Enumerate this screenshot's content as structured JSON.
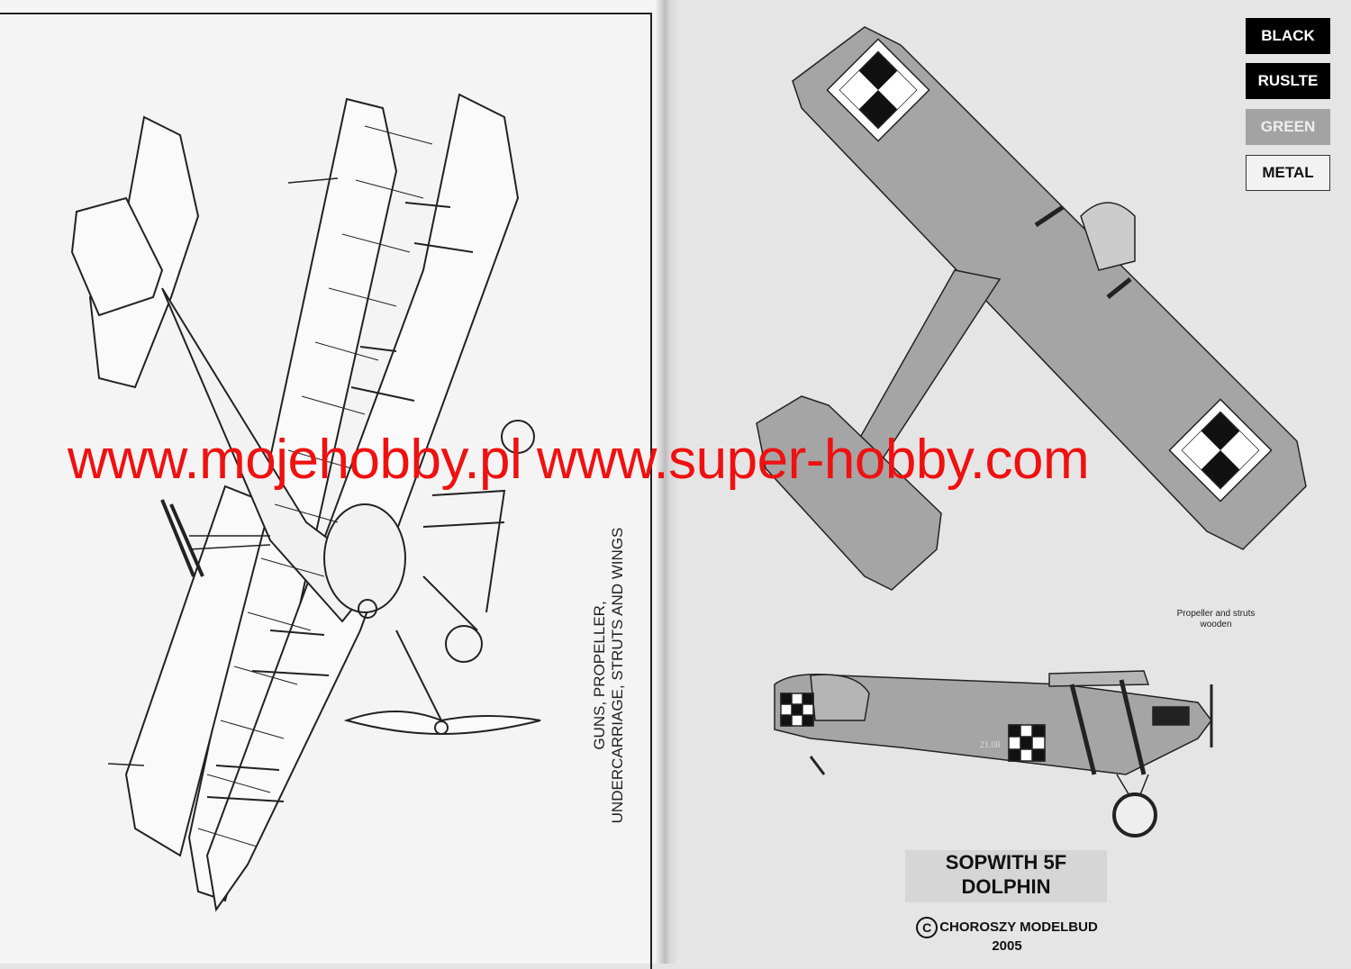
{
  "left_page": {
    "caption_line1": "GUNS, PROPELLER,",
    "caption_line2": "UNDERCARRIAGE, STRUTS AND WINGS"
  },
  "right_page": {
    "legend": [
      {
        "label": "BLACK",
        "color": "#000000",
        "text_color": "#ffffff"
      },
      {
        "label": "RUSLTE",
        "color": "#000000",
        "text_color": "#ffffff"
      },
      {
        "label": "GREEN",
        "color": "#a3a3a3",
        "text_color": "#eeeeee"
      },
      {
        "label": "METAL",
        "color": "#f2f2f2",
        "text_color": "#111111"
      }
    ],
    "note_line1": "Propeller and struts",
    "note_line2": "wooden",
    "serial": "21.08",
    "title_line1": "SOPWITH 5F",
    "title_line2": "DOLPHIN",
    "copyright_symbol": "C",
    "copyright": "CHOROSZY MODELBUD",
    "year": "2005"
  },
  "watermark": "www.mojehobby.pl www.super-hobby.com"
}
